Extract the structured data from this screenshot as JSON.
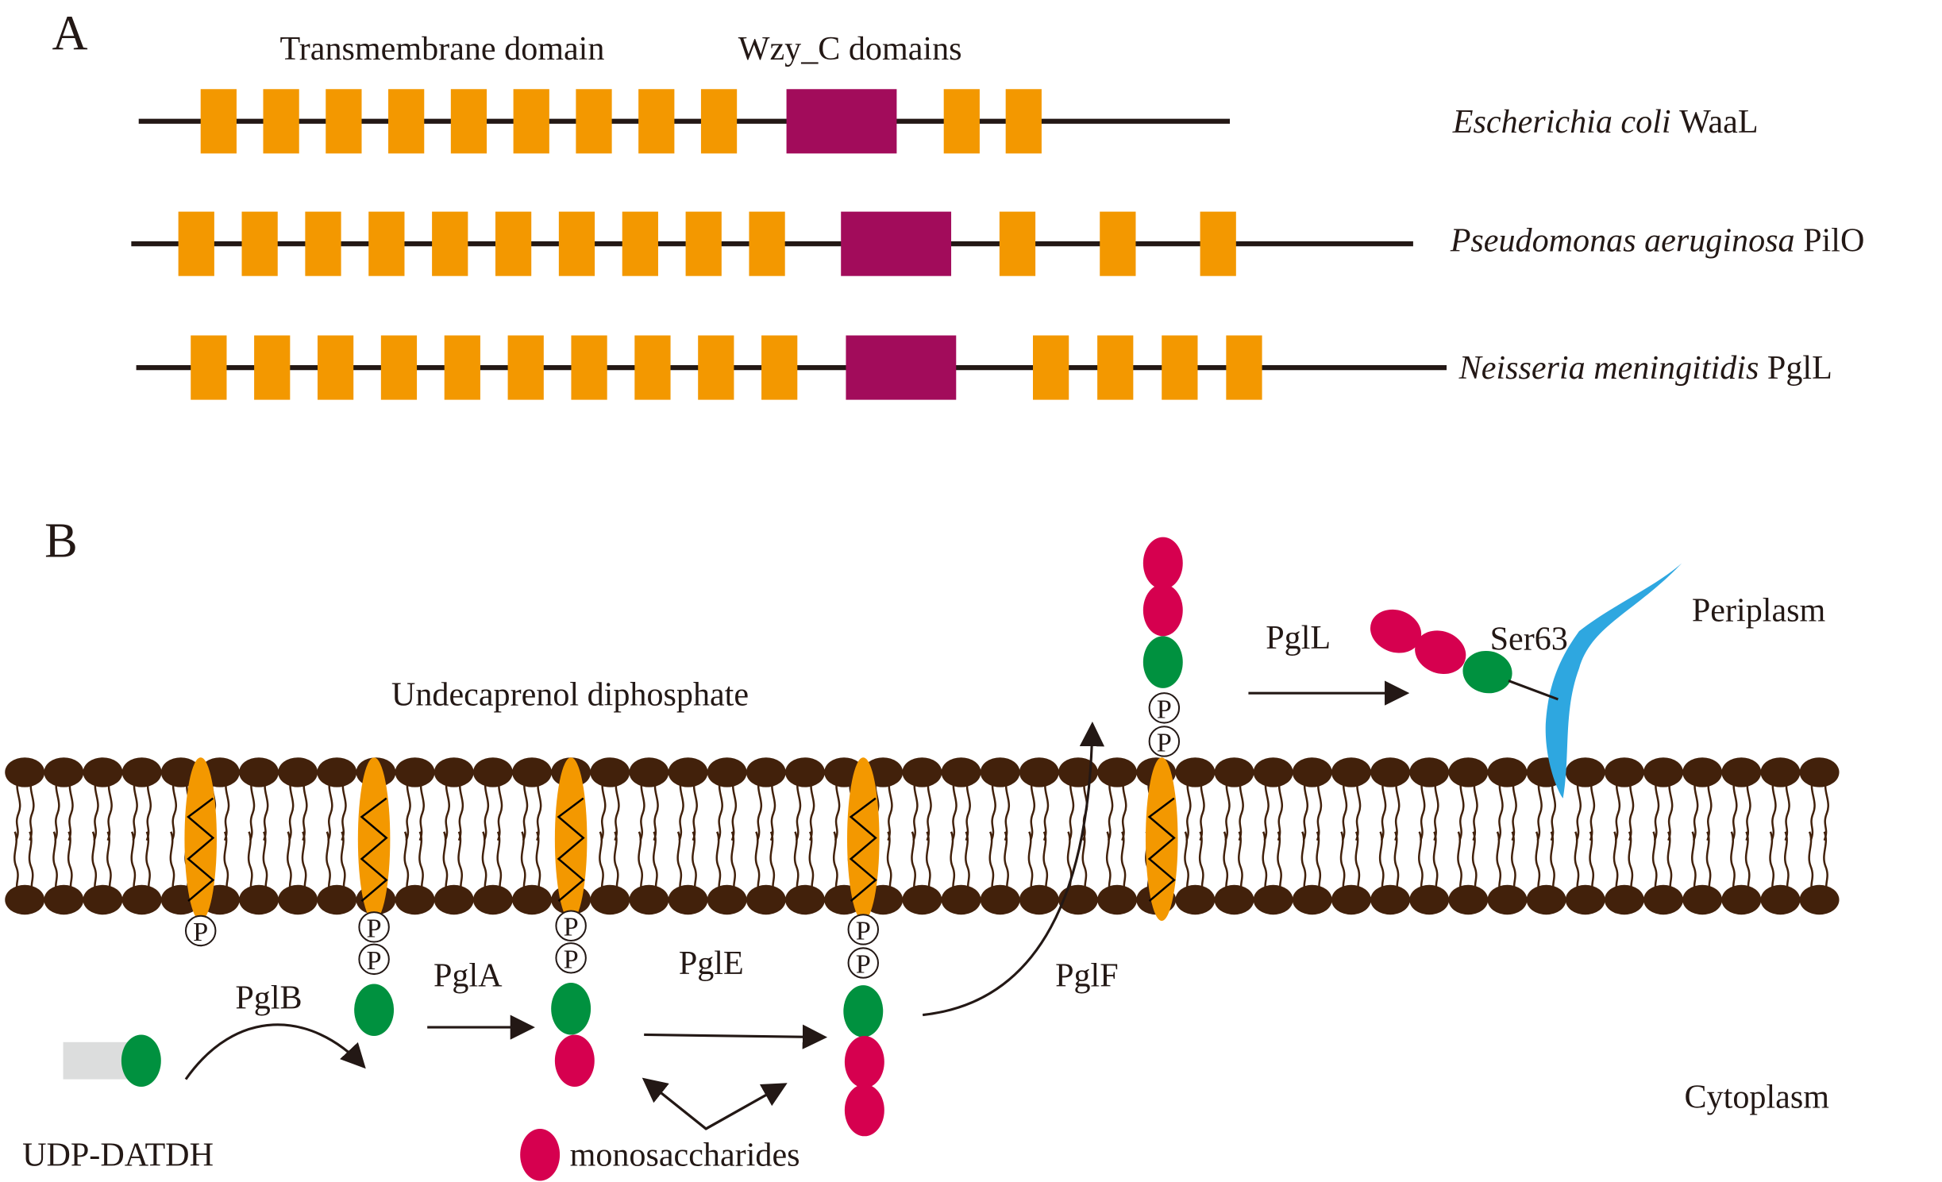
{
  "colors": {
    "tm_domain": "#F39800",
    "wzy_domain": "#A20C5B",
    "backbone": "#231815",
    "lipid_head": "#42210B",
    "green_sugar": "#00913F",
    "red_sugar": "#D6004F",
    "protein": "#2EA7E0",
    "udp_block": "#DCDDDD"
  },
  "panelA": {
    "label": "A",
    "legend_tm": "Transmembrane domain",
    "legend_wzy": "Wzy_C domains",
    "proteins": [
      {
        "species": "Escherichia coli",
        "name": "WaaL",
        "tm_before": 9,
        "tm_after": 2
      },
      {
        "species": "Pseudomonas aeruginosa",
        "name": "PilO",
        "tm_before": 10,
        "tm_after": 3
      },
      {
        "species": "Neisseria meningitidis",
        "name": "PglL",
        "tm_before": 10,
        "tm_after": 4
      }
    ]
  },
  "panelB": {
    "label": "B",
    "carrier_label": "Undecaprenol diphosphate",
    "phosphate_symbol": "P",
    "enzymes": {
      "pglB": "PglB",
      "pglA": "PglA",
      "pglE": "PglE",
      "pglF": "PglF",
      "pglL": "PglL"
    },
    "substrate_label": "UDP-DATDH",
    "legend_monosaccharides": "monosaccharides",
    "site_label": "Ser63",
    "periplasm_label": "Periplasm",
    "cytoplasm_label": "Cytoplasm"
  }
}
